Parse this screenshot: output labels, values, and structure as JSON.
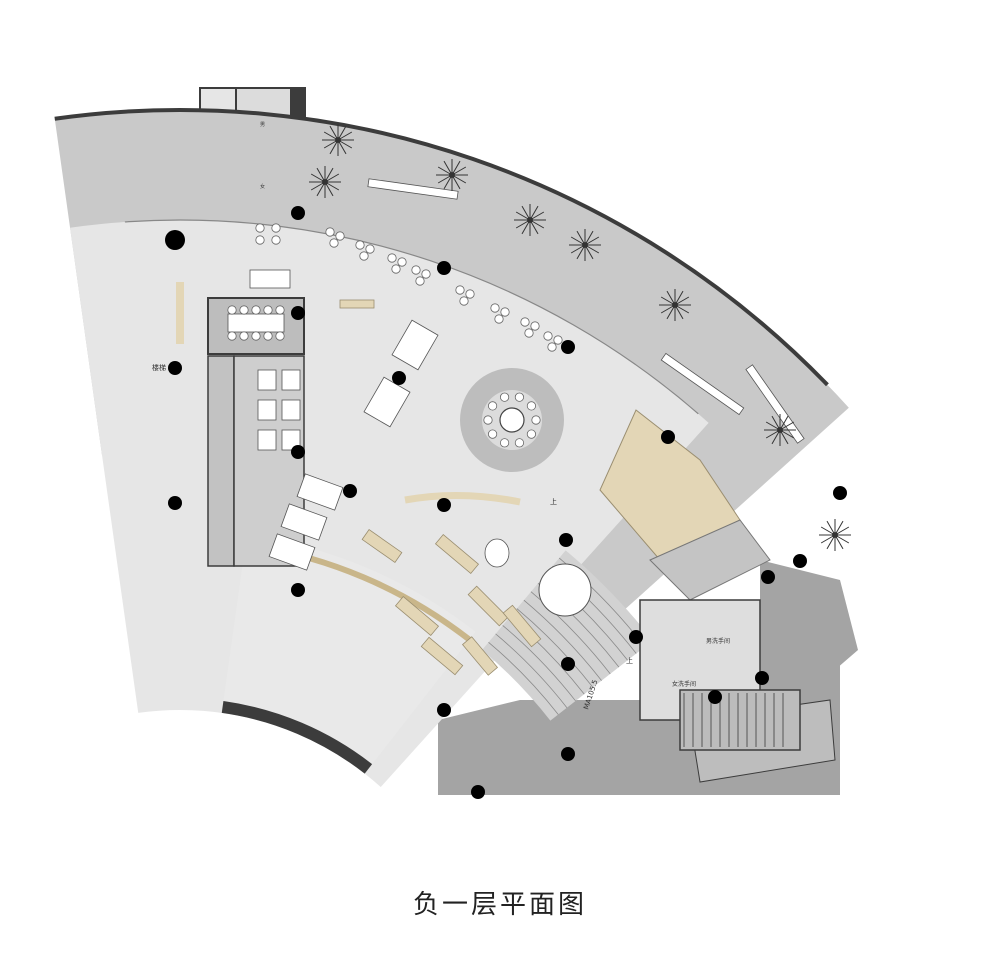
{
  "caption": "负一层平面图",
  "labels": {
    "stair_left": "楼梯",
    "wc_a": "男",
    "wc_b": "女",
    "up_1": "上",
    "up_2": "上",
    "corridor": "MA105.5",
    "washroom_1": "男洗手间",
    "washroom_2": "女洗手间"
  },
  "colors": {
    "floor_main": "#e6e6e6",
    "floor_terrace": "#c9c9c9",
    "floor_service": "#b4b4b4",
    "floor_dark": "#a4a4a4",
    "wall": "#3c3c3c",
    "wood": "#e3d6b6",
    "column": "#000000",
    "furniture": "#ffffff",
    "tree": "#333333"
  }
}
